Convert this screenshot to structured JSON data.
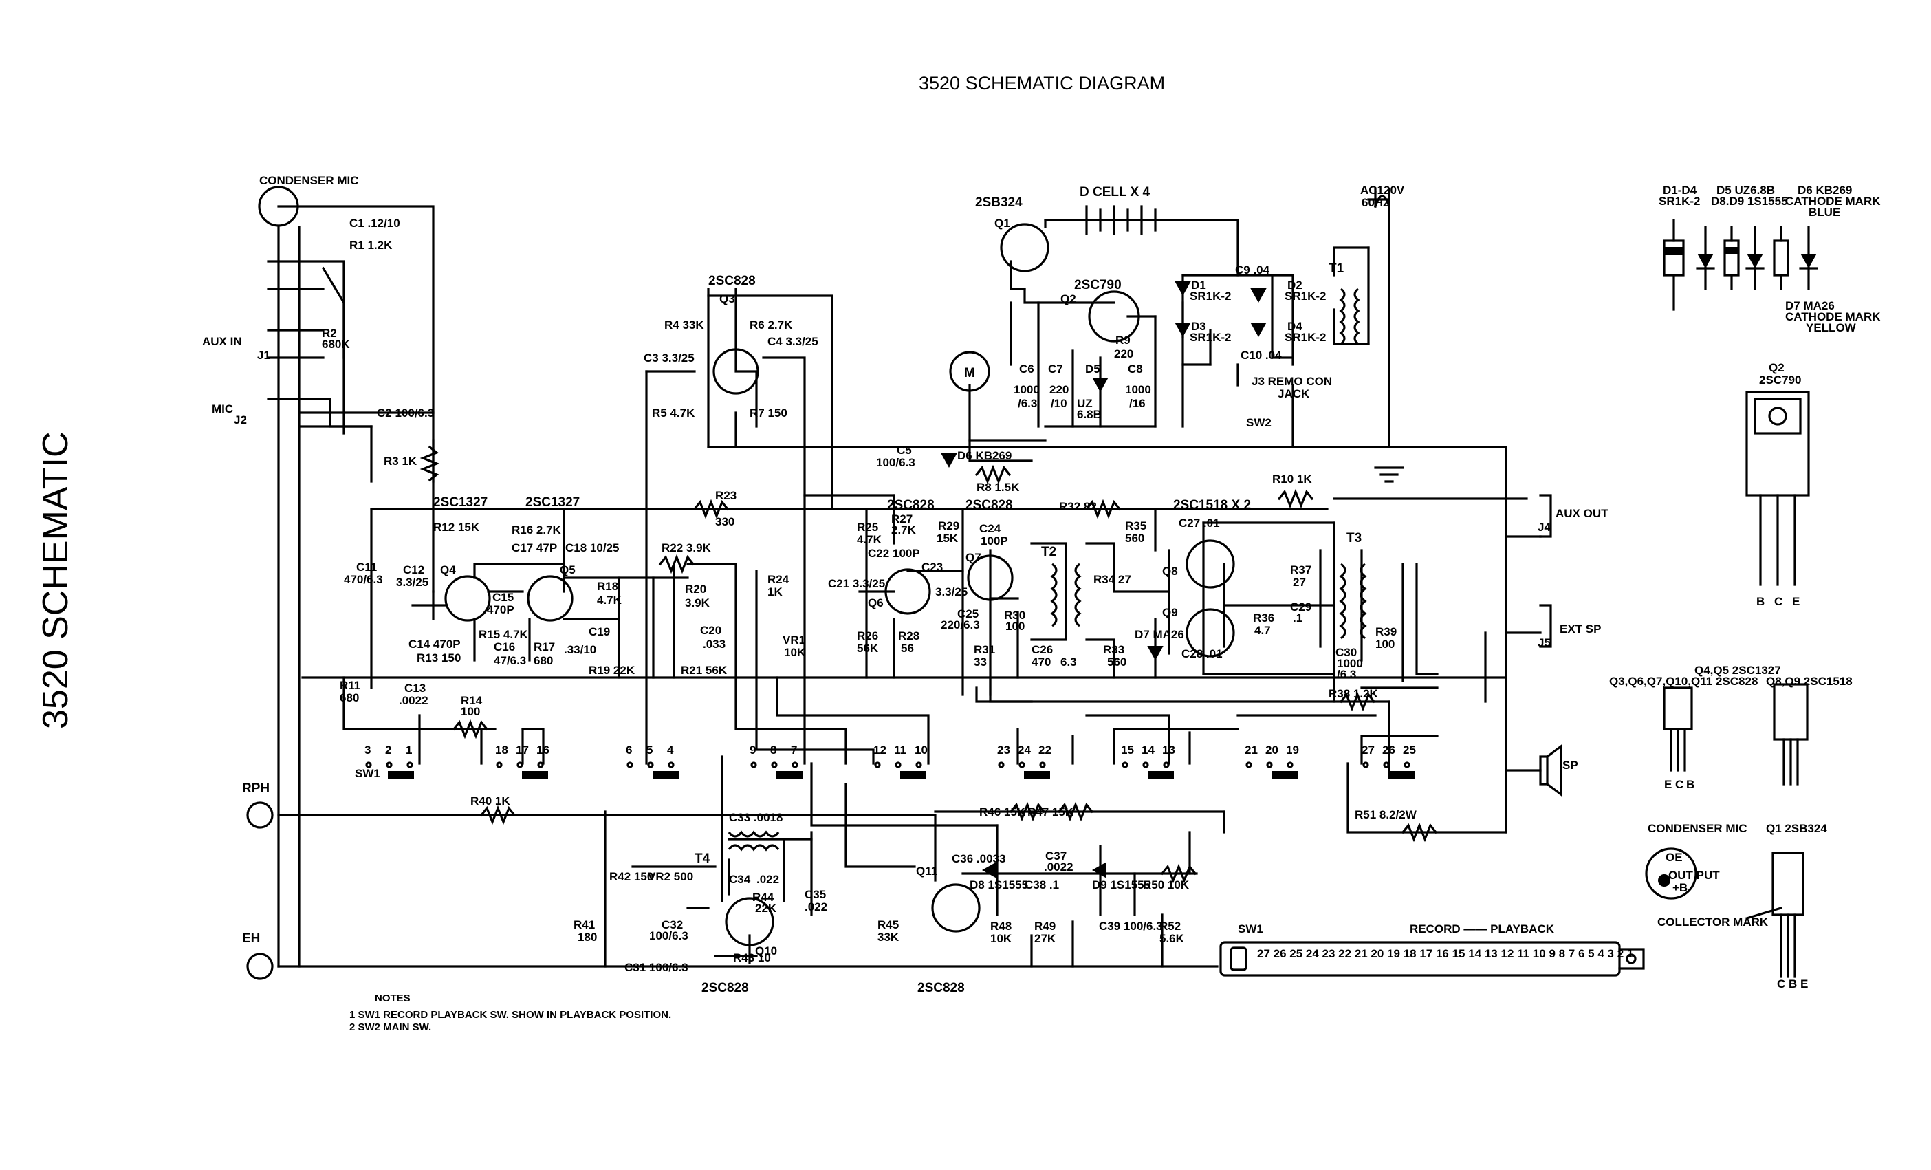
{
  "title": "3520 SCHEMATIC DIAGRAM",
  "side_title": "3520 SCHEMATIC",
  "connectors": {
    "condenser_mic": "CONDENSER MIC",
    "aux_in": "AUX IN",
    "j1": "J1",
    "mic": "MIC",
    "j2": "J2",
    "rph": "RPH",
    "eh": "EH",
    "aux_out": "AUX OUT",
    "j4": "J4",
    "ext_sp": "EXT SP",
    "j5": "J5",
    "sp": "SP",
    "ac": "AC120V",
    "hz": "60HZ",
    "j3": "J3 REMO CON",
    "jack": "JACK",
    "sw2": "SW2",
    "dcell": "D CELL X 4",
    "motor": "M"
  },
  "transistors": {
    "q1": "Q1",
    "q1_type": "2SB324",
    "q2": "Q2",
    "q2_type": "2SC790",
    "q3": "Q3",
    "q3_type": "2SC828",
    "q4": "Q4",
    "q4_type": "2SC1327",
    "q5": "Q5",
    "q5_type": "2SC1327",
    "q6": "Q6",
    "q6_type": "2SC828",
    "q7": "Q7",
    "q7_type": "2SC828",
    "q8": "Q8",
    "q9": "Q9",
    "q89_type": "2SC1518 X 2",
    "q10": "Q10",
    "q10_type": "2SC828",
    "q11": "Q11",
    "q11_type": "2SC828"
  },
  "components": {
    "c1": "C1 .12/10",
    "r1": "R1 1.2K",
    "r2": "R2",
    "r2v": "680K",
    "c2": "C2 100/6.3",
    "r3": "R3 1K",
    "r4": "R4 33K",
    "r6": "R6 2.7K",
    "c3": "C3 3.3/25",
    "c4": "C4 3.3/25",
    "r5": "R5 4.7K",
    "r7": "R7 150",
    "c5": "C5",
    "c5v": "100/6.3",
    "d6": "D6 KB269",
    "r8": "R8 1.5K",
    "c6": "C6",
    "c6v1": "1000",
    "c6v2": "/6.3",
    "c7": "C7",
    "c7v1": "220",
    "c7v2": "/10",
    "d5": "D5",
    "d5v1": "UZ",
    "d5v2": "6.8B",
    "r9": "R9",
    "r9v": "220",
    "c8": "C8",
    "c8v1": "1000",
    "c8v2": "/16",
    "d1": "D1",
    "d1v": "SR1K-2",
    "d3": "D3",
    "d3v": "SR1K-2",
    "c9": "C9 .04",
    "d2": "D2",
    "d2v": "SR1K-2",
    "d4": "D4",
    "d4v": "SR1K-2",
    "c10": "C10 .04",
    "t1": "T1",
    "r10": "R10 1K",
    "r12": "R12 15K",
    "r16": "R16 2.7K",
    "c17": "C17 47P",
    "c18": "C18 10/25",
    "r23": "R23",
    "r23v": "330",
    "r22": "R22 3.9K",
    "c11": "C11",
    "c11v": "470/6.3",
    "c12": "C12",
    "c12v": "3.3/25",
    "c15": "C15",
    "c15v": "470P",
    "r15": "R15 4.7K",
    "c14": "C14 470P",
    "r13": "R13 150",
    "c16": "C16",
    "c16v": "47/6.3",
    "r17": "R17",
    "r17v": "680",
    "c19v": ".33/10",
    "r18": "R18",
    "r18v": "4.7K",
    "c19": "C19",
    "r19": "R19 22K",
    "r20": "R20",
    "r20v": "3.9K",
    "c20": "C20",
    "c20v": ".033",
    "r21": "R21 56K",
    "r24": "R24",
    "r24v": "1K",
    "vr1": "VR1",
    "vr1v": "10K",
    "r25": "R25",
    "r25v": "4.7K",
    "r27": "R27",
    "r27v": "2.7K",
    "c22": "C22",
    "c22v": "100P",
    "c23": "C23",
    "c23v": "3.3/25",
    "c21": "C21 3.3/25",
    "r26": "R26",
    "r26v": "56K",
    "r28": "R28",
    "r28v": "56",
    "r29": "R29",
    "r29v": "15K",
    "c24": "C24",
    "c24v": "100P",
    "c25": "C25",
    "c25v": "220/6.3",
    "r30": "R30",
    "r30v": "100",
    "r31": "R31",
    "r31v": "33",
    "c26": "C26",
    "c26v": "470",
    "c26v2": "6.3",
    "r32": "R32 82",
    "t2": "T2",
    "r34": "R34 27",
    "r33": "R33",
    "r33v": "560",
    "r35": "R35",
    "r35v": "560",
    "d7": "D7 MA26",
    "c27": "C27 .01",
    "c28": "C28 .01",
    "r36": "R36",
    "r36v": "4.7",
    "r37": "R37",
    "r37v": "27",
    "c29": "C29",
    "c29v": ".1",
    "t3": "T3",
    "c30": "C30",
    "c30v": "1000",
    "c30v2": "/6.3",
    "r39": "R39",
    "r39v": "100",
    "r38": "R38 1.2K",
    "r11": "R11",
    "r11v": "680",
    "c13": "C13",
    "c13v": ".0022",
    "r14": "R14",
    "r14v": "100",
    "r40": "R40 1K",
    "c33": "C33 .0018",
    "t4": "T4",
    "r42": "R42 150",
    "vr2": "VR2 500",
    "c34": "C34",
    "c34v": ".022",
    "r44": "R44",
    "r44v": "22K",
    "c35": "C35",
    "c35v": ".022",
    "r41": "R41",
    "r41v": "180",
    "c32": "C32",
    "c32v": "100/6.3",
    "r43": "R43 10",
    "c31": "C31 100/6.3",
    "r46": "R46 15K",
    "r47": "R47 15K",
    "c36": "C36 .0033",
    "c37": "C37",
    "c37v": ".0022",
    "d8": "D8 1S1555",
    "c38": "C38 .1",
    "d9": "D9 1S1555",
    "r50": "R50 10K",
    "r45": "R45",
    "r45v": "33K",
    "r48": "R48",
    "r48v": "10K",
    "r49": "R49",
    "r49v": "27K",
    "c39": "C39 100/6.3",
    "r52": "R52",
    "r52v": "5.6K",
    "r51": "R51 8.2/2W"
  },
  "switch_pins": [
    "3",
    "2",
    "1",
    "18",
    "17",
    "16",
    "6",
    "5",
    "4",
    "9",
    "8",
    "7",
    "12",
    "11",
    "10",
    "23",
    "24",
    "22",
    "15",
    "14",
    "13",
    "21",
    "20",
    "19",
    "27",
    "26",
    "25"
  ],
  "sw1_label": "SW1",
  "legend": {
    "diodes_a": "D1-D4",
    "diodes_a2": "SR1K-2",
    "diodes_b": "D5 UZ6.8B",
    "diodes_b2": "D8.D9 1S1555",
    "diodes_c": "D6 KB269",
    "cathode_mark": "CATHODE MARK",
    "blue": "BLUE",
    "diodes_d": "D7 MA26",
    "cathode_mark2": "CATHODE MARK",
    "yellow": "YELLOW",
    "q2_title": "Q2",
    "q2_type": "2SC790",
    "pins_bce": [
      "B",
      "C",
      "E"
    ],
    "q45_title": "Q4,Q5 2SC1327",
    "q36_title": "Q3,Q6,Q7,Q10,Q11 2SC828",
    "ecb": [
      "E",
      "C",
      "B"
    ],
    "q89_title": "Q8,Q9 2SC1518",
    "cm_title": "CONDENSER MIC",
    "cm_out": "OUT PUT",
    "cm_plus": "+B",
    "cm_oe": "OE",
    "q1_title": "Q1 2SB324",
    "collector_mark": "COLLECTOR MARK",
    "ceb": "C B E",
    "sw1_title": "SW1",
    "record_playback": "RECORD —— PLAYBACK",
    "sw_numbers": "27 26 25 24 23 22 21 20 19 18 17 16 15 14 13 12 11 10 9 8 7 6 5 4 3 2 1"
  },
  "notes": {
    "heading": "NOTES",
    "n1": "1 SW1  RECORD PLAYBACK SW.  SHOW IN PLAYBACK POSITION.",
    "n2": "2 SW2  MAIN SW."
  }
}
